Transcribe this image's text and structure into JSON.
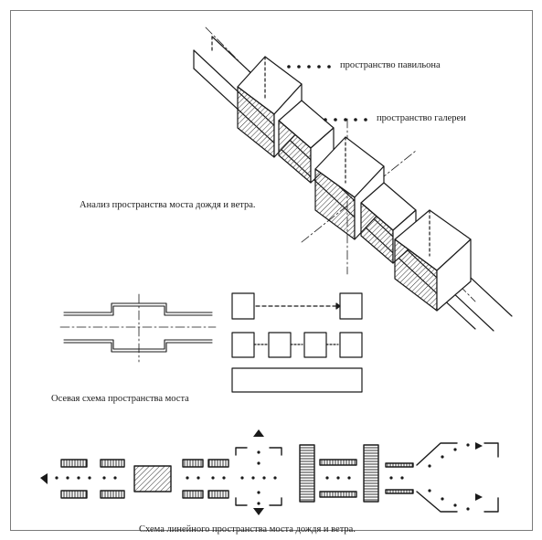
{
  "labels": {
    "pavilion_space": "пространство павильона",
    "gallery_space": "пространство галереи",
    "analysis_title": "Анализ пространства моста дождя и ветра.",
    "axial_scheme": "Осевая схема пространства моста",
    "linear_scheme": "Схема линейного пространства моста дождя и ветра."
  }
}
